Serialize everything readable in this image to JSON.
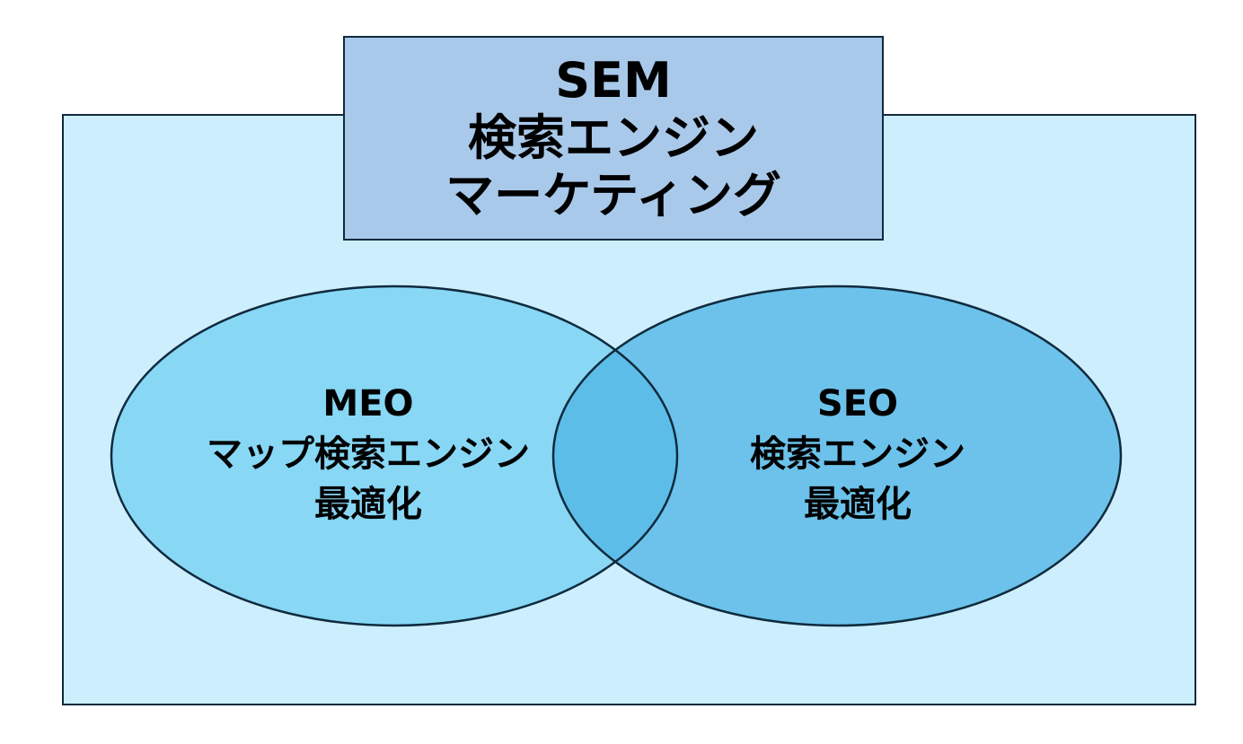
{
  "colors": {
    "outer_fill": "#cdeefc",
    "title_fill": "#a9c9ea",
    "meo_fill": "#87d7f5",
    "seo_fill": "#6cc2ea",
    "overlap_fill": "#5cbde8",
    "border": "#0f2a3d"
  },
  "title": {
    "line1": "SEM",
    "line2": "検索エンジン",
    "line3": "マーケティング"
  },
  "meo": {
    "line1": "MEO",
    "line2": "マップ検索エンジン",
    "line3": "最適化"
  },
  "seo": {
    "line1": "SEO",
    "line2": "検索エンジン",
    "line3": "最適化"
  }
}
